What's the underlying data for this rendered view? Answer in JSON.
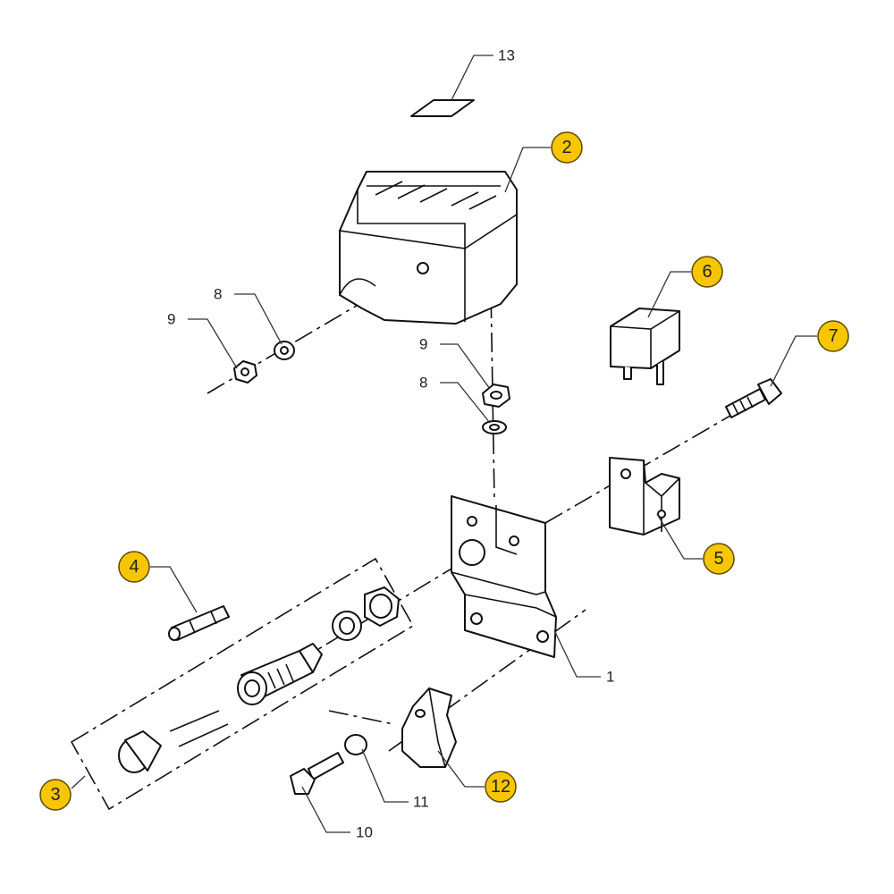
{
  "diagram": {
    "callouts_highlighted": [
      {
        "id": "c2",
        "label": "2"
      },
      {
        "id": "c6",
        "label": "6"
      },
      {
        "id": "c7",
        "label": "7"
      },
      {
        "id": "c5",
        "label": "5"
      },
      {
        "id": "c4",
        "label": "4"
      },
      {
        "id": "c3",
        "label": "3"
      },
      {
        "id": "c12",
        "label": "12"
      }
    ],
    "callouts_plain": [
      {
        "id": "t13",
        "label": "13"
      },
      {
        "id": "t1",
        "label": "1"
      },
      {
        "id": "t11",
        "label": "11"
      },
      {
        "id": "t10",
        "label": "10"
      },
      {
        "id": "t9a",
        "label": "9"
      },
      {
        "id": "t8a",
        "label": "8"
      },
      {
        "id": "t9b",
        "label": "9"
      },
      {
        "id": "t8b",
        "label": "8"
      }
    ],
    "highlight_color": "#f7c600"
  }
}
